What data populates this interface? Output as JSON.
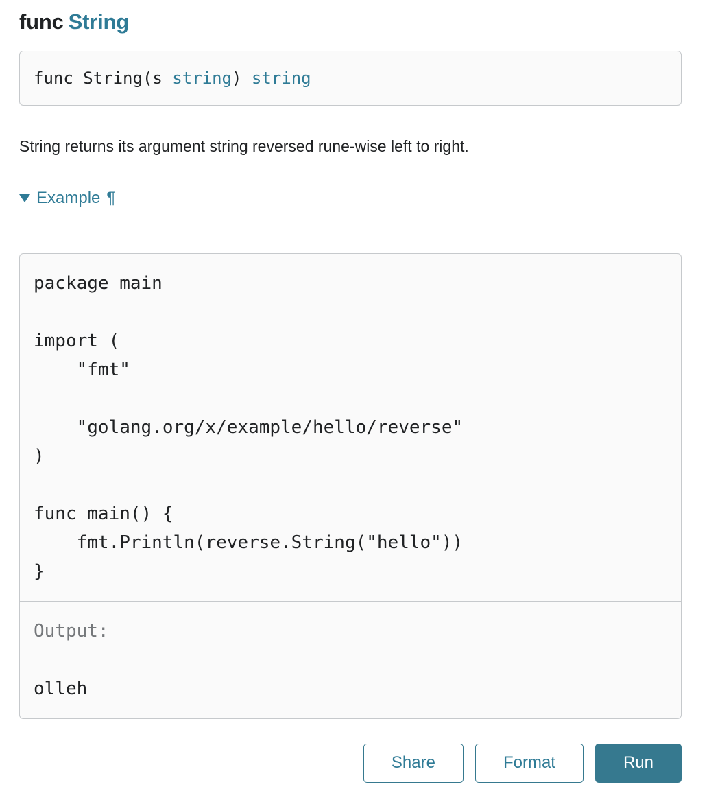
{
  "colors": {
    "accent_link": "#2f7b96",
    "button_fill": "#36798f",
    "box_background": "#fafafa",
    "box_border": "#c6c9cc",
    "code_text": "#202224",
    "output_label_gray": "#75787b"
  },
  "heading": {
    "keyword": "func",
    "name": "String"
  },
  "signature": {
    "plain1": "func String(s ",
    "type1": "string",
    "plain2": ") ",
    "type2": "string"
  },
  "description": "String returns its argument string reversed rune-wise left to right.",
  "example": {
    "toggle_label": "Example",
    "pilcrow": "¶",
    "code_lines": [
      "package main",
      "",
      "import (",
      "    \"fmt\"",
      "",
      "    \"golang.org/x/example/hello/reverse\"",
      ")",
      "",
      "func main() {",
      "    fmt.Println(reverse.String(\"hello\"))",
      "}"
    ],
    "output_label": "Output:",
    "output_value": "olleh",
    "buttons": {
      "share": "Share",
      "format": "Format",
      "run": "Run"
    }
  }
}
